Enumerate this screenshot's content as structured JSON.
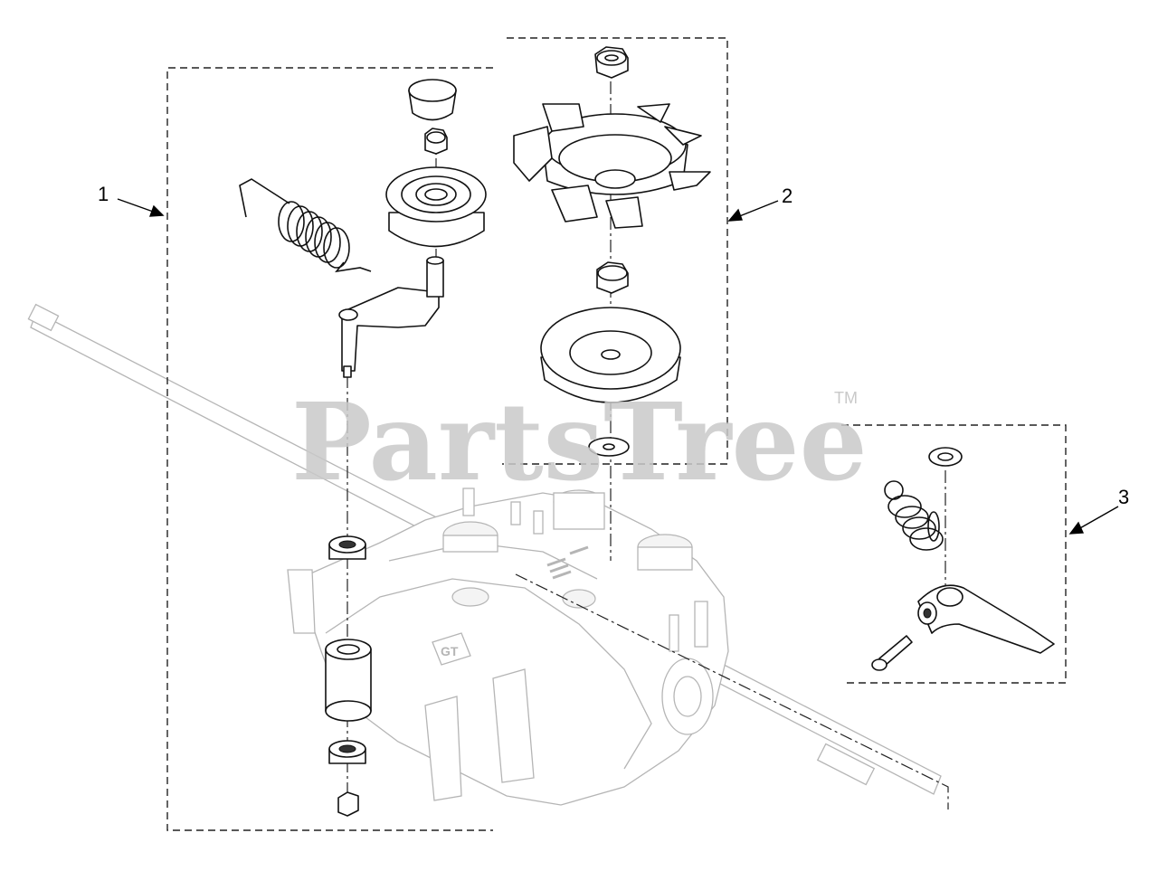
{
  "diagram": {
    "callouts": [
      "1",
      "2",
      "3"
    ],
    "watermark": {
      "brand": "PartsTree",
      "mark": "TM"
    }
  }
}
